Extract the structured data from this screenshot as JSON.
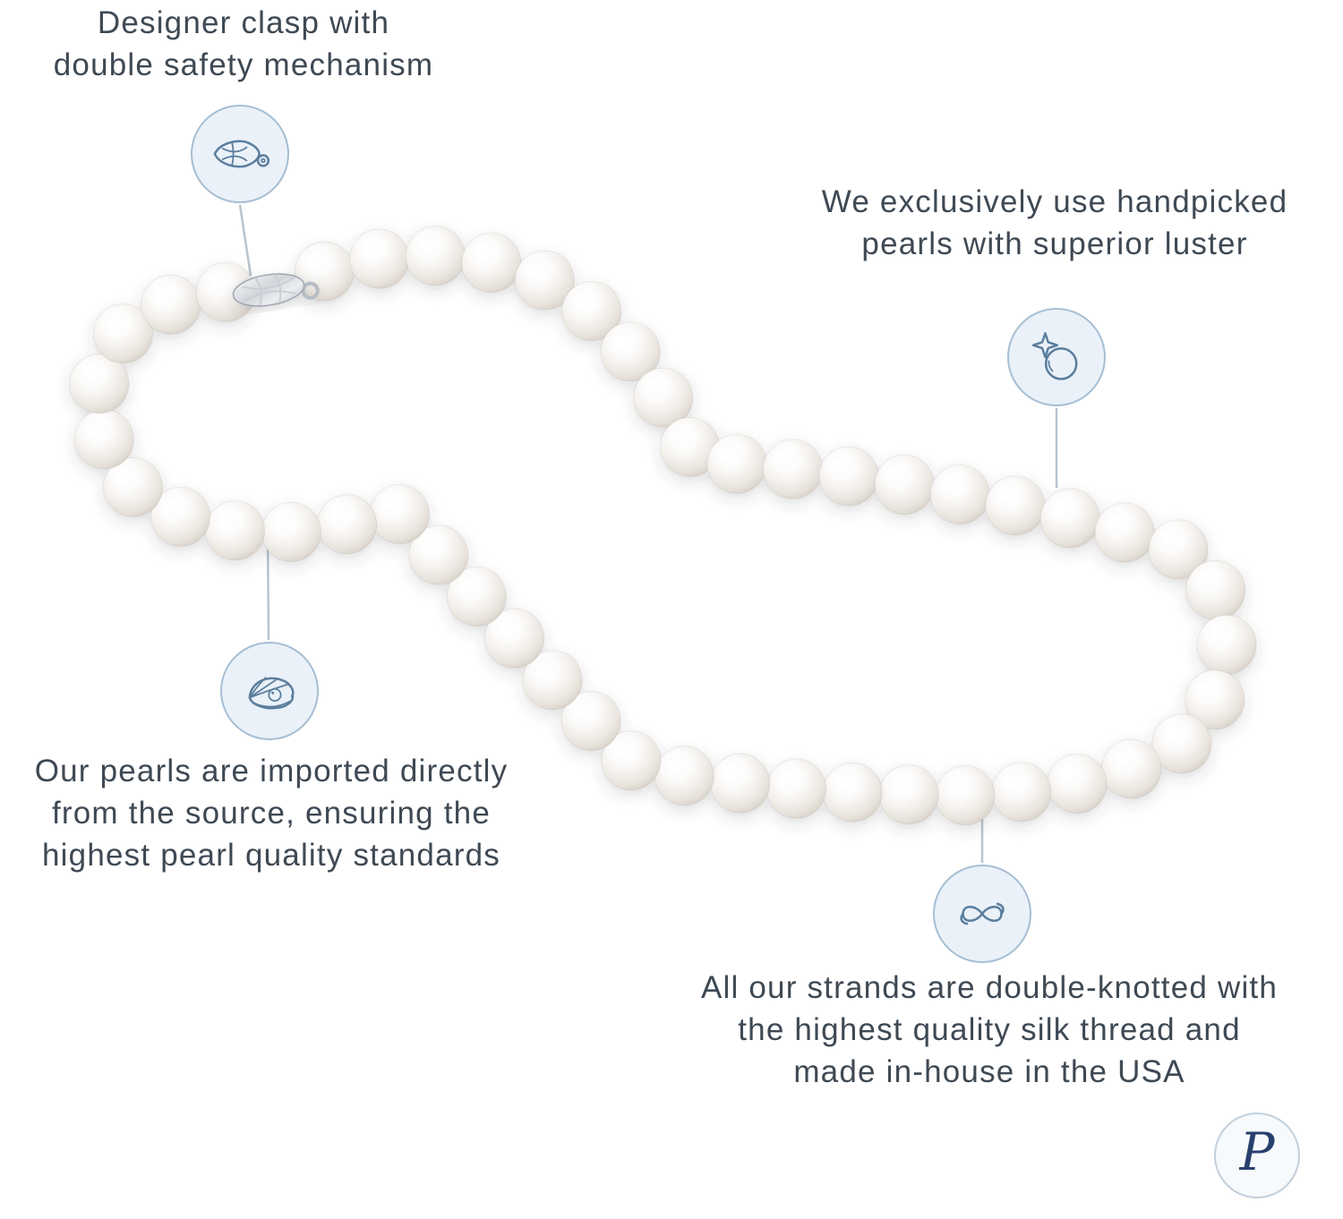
{
  "callouts": {
    "clasp": {
      "lines": [
        "Designer clasp with",
        "double safety mechanism"
      ],
      "icon": "fish-hook-clasp"
    },
    "luster": {
      "lines": [
        "We exclusively use handpicked",
        "pearls with superior luster"
      ],
      "icon": "pearl-with-sparkle"
    },
    "source": {
      "lines": [
        "Our pearls are imported directly",
        "from the source, ensuring the",
        "highest pearl quality standards"
      ],
      "icon": "oyster-with-pearl"
    },
    "knots": {
      "lines": [
        "All our strands are double-knotted with",
        "the highest quality silk thread and",
        "made in-house in the USA"
      ],
      "icon": "silk-thread-knot"
    }
  },
  "logo": {
    "letter": "P"
  },
  "colors": {
    "text": "#3e4954",
    "icon_stroke": "#5b7e9d",
    "icon_circle_fill": "#eaf1f8",
    "icon_circle_border": "#a6bed3",
    "connector": "#b8c4ce",
    "logo_letter": "#27406e",
    "pearl_shade": "#cdc6bd"
  }
}
